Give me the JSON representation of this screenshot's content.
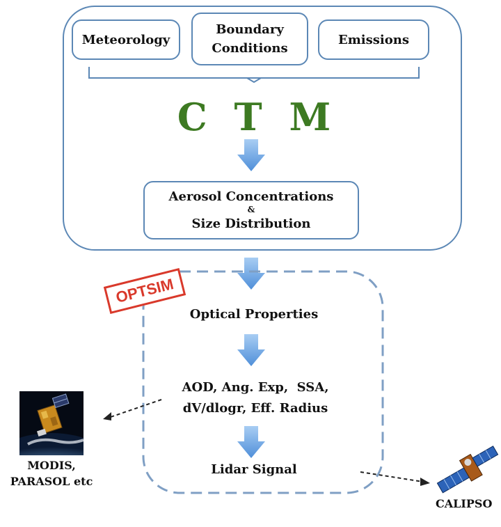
{
  "inputs": {
    "meteorology": "Meteorology",
    "boundary_line1": "Boundary",
    "boundary_line2": "Conditions",
    "emissions": "Emissions"
  },
  "ctm_title": "C T M",
  "aerosol": {
    "line1": "Aerosol Concentrations",
    "line2": "&",
    "line3": "Size Distribution"
  },
  "optsim_stamp": "OPTSIM",
  "optical_properties": "Optical Properties",
  "products": {
    "line1": "AOD, Ang. Exp,  SSA,",
    "line2": "dV/dlogr, Eff. Radius"
  },
  "lidar_signal": "Lidar Signal",
  "modis": {
    "line1": "MODIS,",
    "line2": "PARASOL etc"
  },
  "calipso": "CALIPSO",
  "colors": {
    "box_border": "#5b87b5",
    "ctm_green": "#3d7a22",
    "stamp_red": "#d9392b",
    "arrow_blue": "#6fa8e6"
  }
}
